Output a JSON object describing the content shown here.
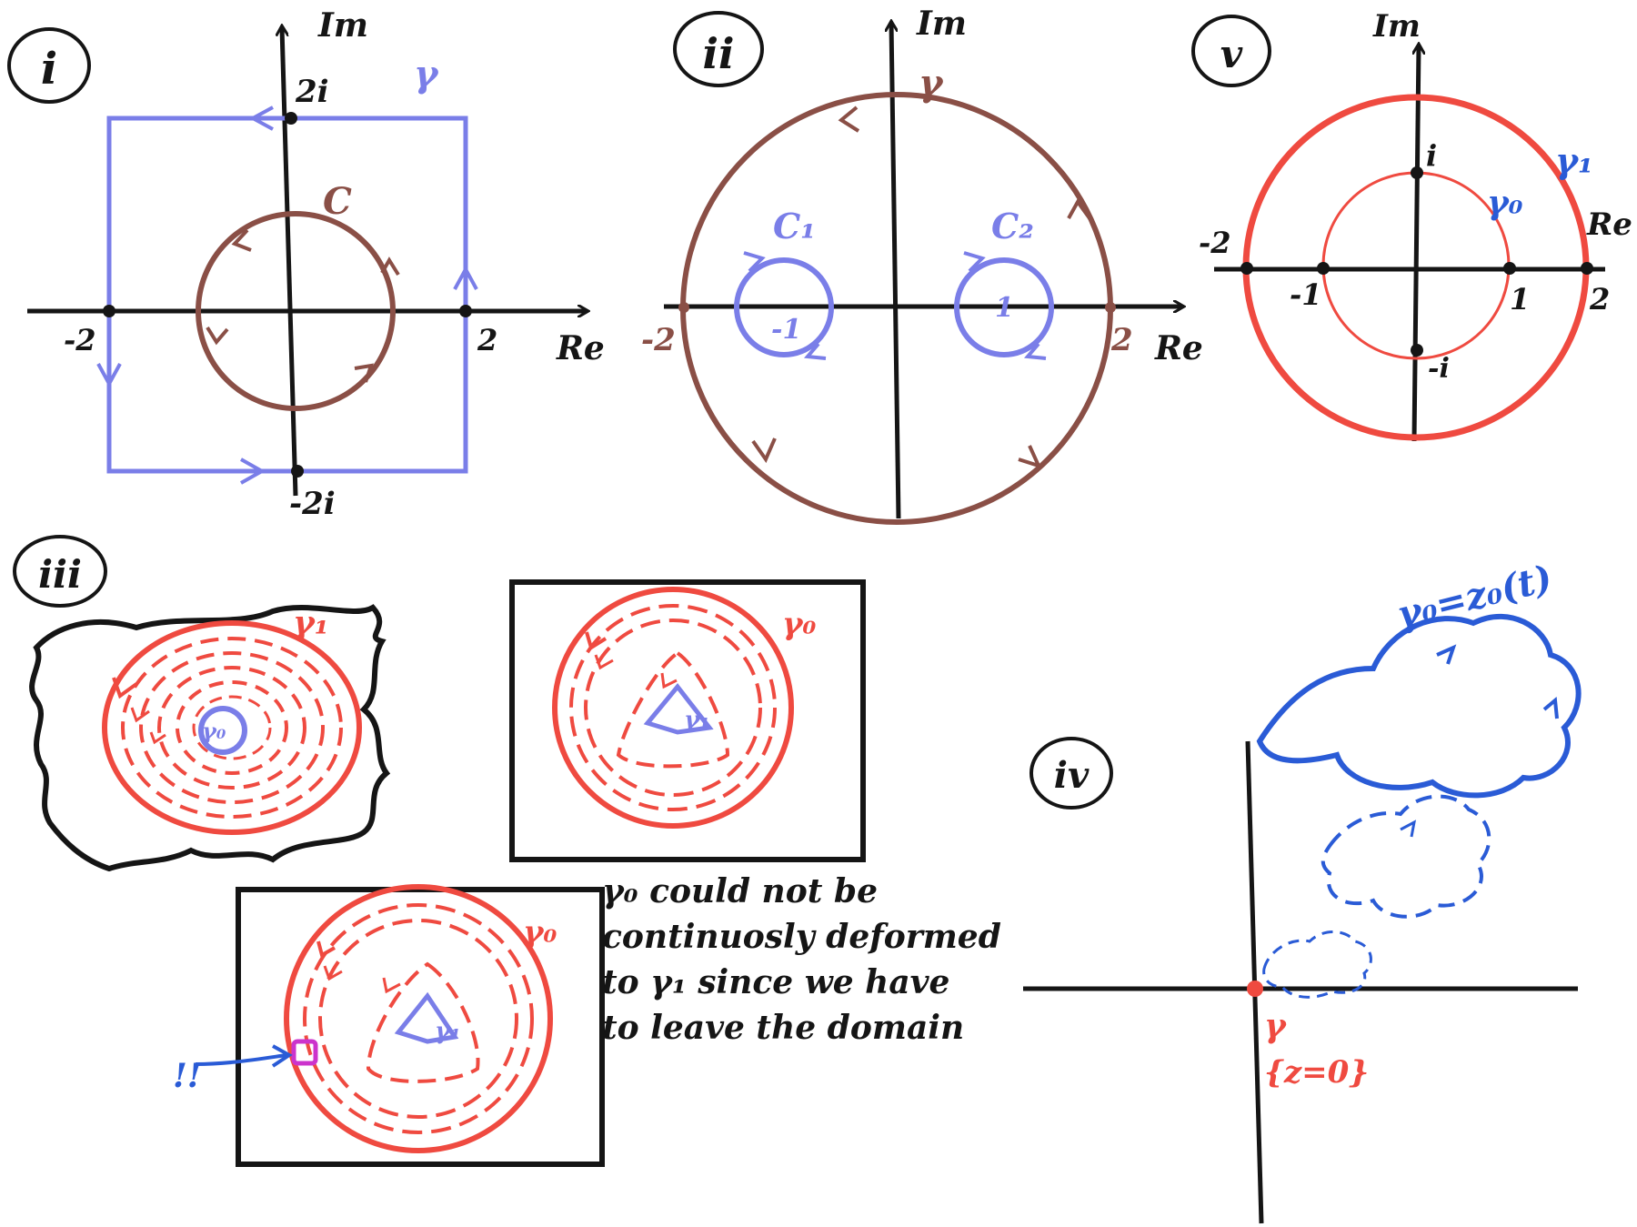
{
  "colors": {
    "black": "#151515",
    "blue": "#7a7ee8",
    "brown": "#8a4f46",
    "red": "#ef4a40",
    "magenta": "#cc33cc",
    "blue_text": "#2a5bd6"
  },
  "panels": {
    "i": {
      "label": "i",
      "axis_re": "Re",
      "axis_im": "Im",
      "contour_outer": "γ",
      "contour_inner": "C",
      "points": {
        "x_neg": "-2",
        "x_pos": "2",
        "y_pos": "2i",
        "y_neg": "-2i"
      }
    },
    "ii": {
      "label": "ii",
      "axis_re": "Re",
      "axis_im": "Im",
      "contour_outer": "γ",
      "contour_left": "C₁",
      "contour_right": "C₂",
      "points": {
        "x_neg": "-2",
        "x_pos": "2",
        "left_center": "-1",
        "right_center": "1"
      }
    },
    "v": {
      "label": "v",
      "axis_re": "Re",
      "axis_im": "Im",
      "contour_outer": "γ₁",
      "contour_inner": "γ₀",
      "points": {
        "x_neg_outer": "-2",
        "x_neg_inner": "-1",
        "x_pos_inner": "1",
        "x_pos_outer": "2",
        "y_pos": "i",
        "y_neg": "-i"
      }
    },
    "iii": {
      "label": "iii",
      "fig_a": {
        "outer": "γ₁",
        "inner": "γ₀"
      },
      "fig_b": {
        "outer": "γ₀",
        "inner": "γ₁"
      },
      "fig_c": {
        "outer": "γ₀",
        "inner": "γ₁",
        "marker": "!!"
      },
      "note_lines": [
        "γ₀ could not be",
        "continuosly deformed",
        "to γ₁ since we have",
        "to leave the domain"
      ]
    },
    "iv": {
      "label": "iv",
      "curve_label": "γ₀=z₀(t)",
      "point_label": "γ",
      "point_set": "{z=0}"
    }
  }
}
